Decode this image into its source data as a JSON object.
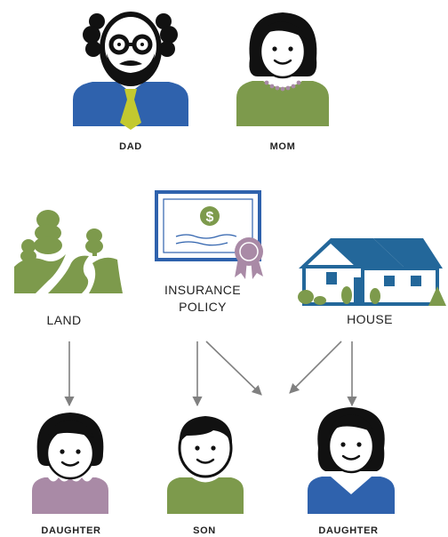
{
  "people": {
    "dad": "DAD",
    "mom": "MOM",
    "daughter_left": "DAUGHTER",
    "son": "SON",
    "daughter_right": "DAUGHTER"
  },
  "assets": {
    "land": "LAND",
    "insurance_line1": "INSURANCE",
    "insurance_line2": "POLICY",
    "house": "HOUSE",
    "certificate_symbol": "$"
  },
  "colors": {
    "dad_shirt": "#2f62ad",
    "dad_tie": "#c3c92f",
    "mom_top": "#7d9a4c",
    "green": "#7d9a4c",
    "blue": "#2f62ad",
    "house_blue": "#23679a",
    "purple": "#a98aa6",
    "arrow": "#808080"
  },
  "icons": {
    "moon": "moon-icon",
    "dollar": "dollar-icon",
    "ribbon": "award-ribbon-icon",
    "house": "house-icon",
    "trees": "trees-icon"
  }
}
